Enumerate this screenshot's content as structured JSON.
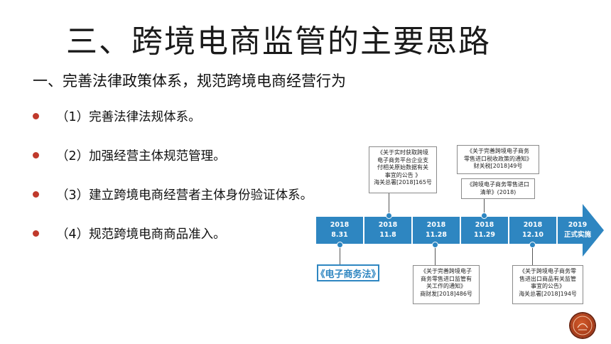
{
  "slide": {
    "title": "三、跨境电商监管的主要思路",
    "subtitle": "一、完善法律政策体系，规范跨境电商经营行为",
    "bullets": [
      "（1）完善法律法规体系。",
      "（2）加强经营主体规范管理。",
      "（3）建立跨境电商经营者主体身份验证体系。",
      "（4）规范跨境电商商品准入。"
    ]
  },
  "timeline": {
    "color": "#2e86c1",
    "segments": [
      {
        "year": "2018",
        "date": "8.31"
      },
      {
        "year": "2018",
        "date": "11.8"
      },
      {
        "year": "2018",
        "date": "11.28"
      },
      {
        "year": "2018",
        "date": "11.29"
      },
      {
        "year": "2018",
        "date": "12.10"
      },
      {
        "year": "2019",
        "date": "正式实施"
      }
    ],
    "law_label": "《电子商务法》",
    "notes": {
      "n1": [
        "《关于实时获取跨境",
        "电子商务平台企业支",
        "付相关原始数据有关",
        "事宜的公告 》",
        "海关总署[2018]165号"
      ],
      "n2": [
        "《关于完善跨境电子商务",
        "零售进口税收政策的通知》",
        "财关税[2018]49号"
      ],
      "n3": [
        "《跨境电子商务零售进口",
        "清单》(2018)"
      ],
      "n4": [
        "《关于完善跨境电子",
        "商务零售进口监管有",
        "关工作的通知》",
        "商财发[2018]486号"
      ],
      "n5": [
        "《关于跨境电子商务零",
        "售进出口商品有关监管",
        "事宜的公告》",
        "海关总署[2018]194号"
      ]
    }
  },
  "logo": {
    "icon": "emblem-icon"
  }
}
